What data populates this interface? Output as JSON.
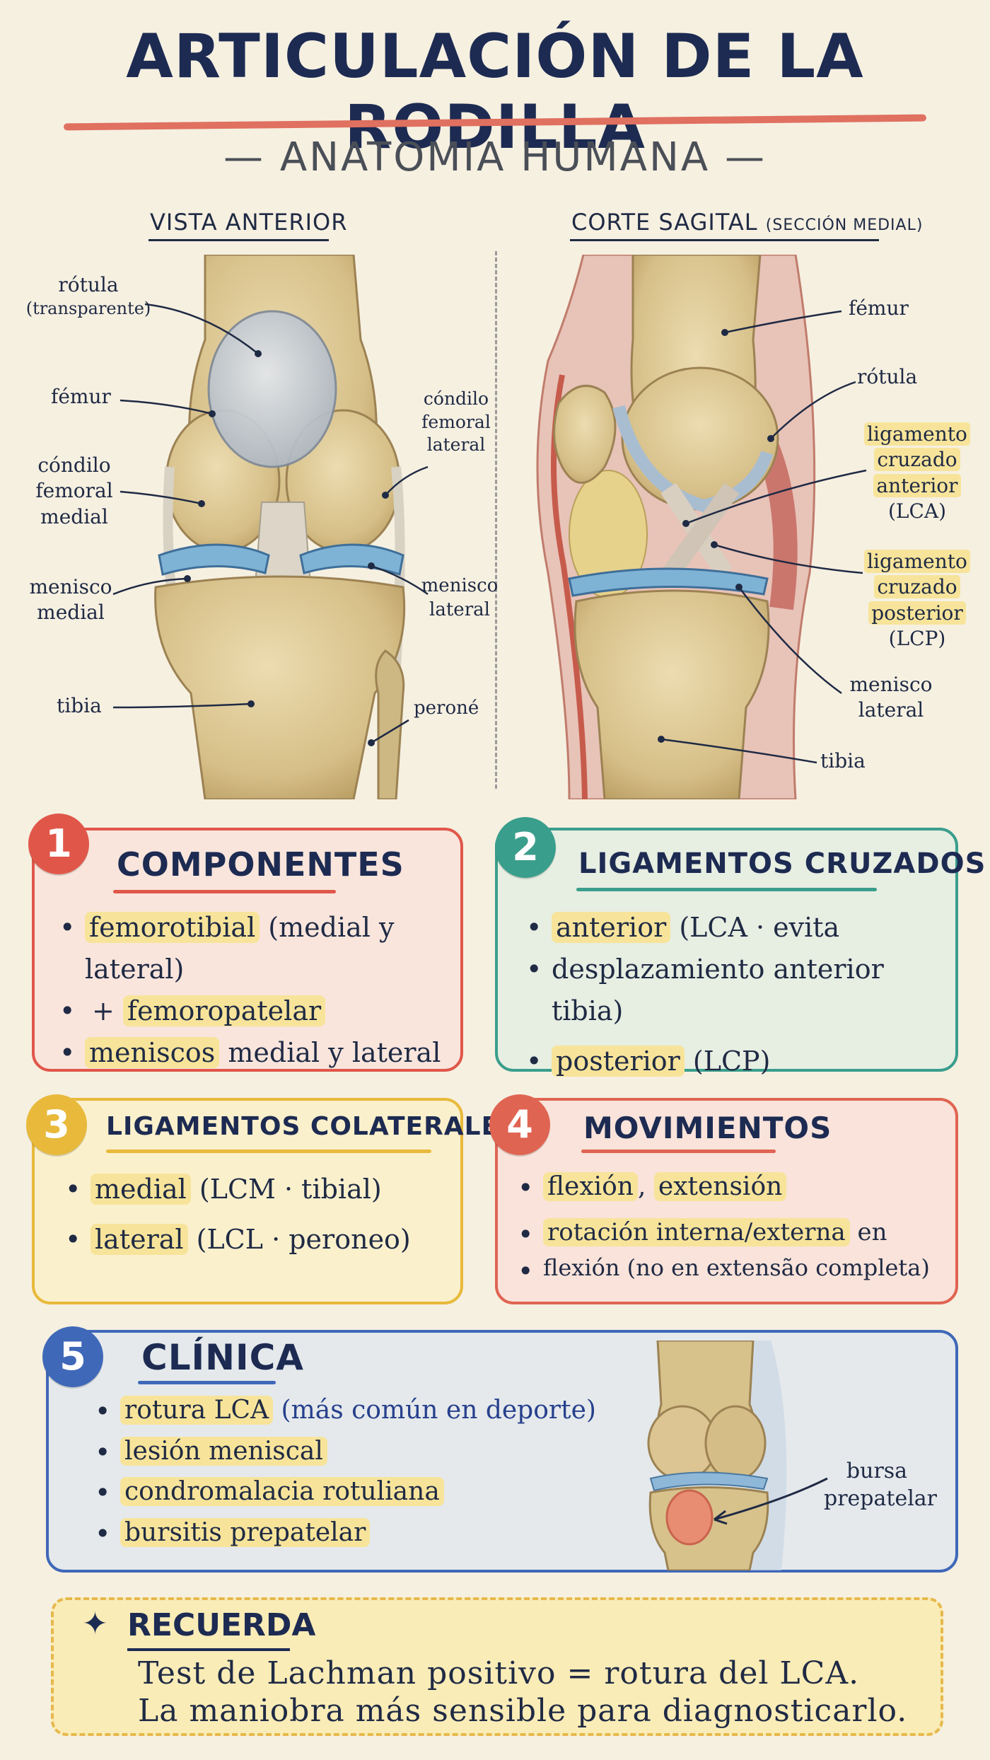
{
  "title": "ARTICULACIÓN DE LA RODILLA",
  "subtitle": "— ANATOMIA HUMANA —",
  "views": {
    "anterior": {
      "label": "VISTA ANTERIOR",
      "labels": {
        "rotula": "rótula",
        "rotula_note": "(transparente)",
        "femur": "fémur",
        "condilo_medial_1": "cóndilo",
        "condilo_medial_2": "femoral",
        "condilo_medial_3": "medial",
        "condilo_lateral_1": "cóndilo",
        "condilo_lateral_2": "femoral",
        "condilo_lateral_3": "lateral",
        "menisco_medial_1": "menisco",
        "menisco_medial_2": "medial",
        "menisco_lateral_1": "menisco",
        "menisco_lateral_2": "lateral",
        "tibia": "tibia",
        "perone": "peroné"
      }
    },
    "sagital": {
      "label": "CORTE SAGITAL",
      "label_note": "(SECCIÓN MEDIAL)",
      "labels": {
        "femur": "fémur",
        "rotula": "rótula",
        "lca_1": "ligamento",
        "lca_2": "cruzado",
        "lca_3": "anterior",
        "lca_4": "(LCA)",
        "lcp_1": "ligamento",
        "lcp_2": "cruzado",
        "lcp_3": "posterior",
        "lcp_4": "(LCP)",
        "menisco_1": "menisco",
        "menisco_2": "lateral",
        "tibia": "tibia"
      }
    }
  },
  "cards": {
    "c1": {
      "number": "1",
      "title": "COMPONENTES",
      "i1_hl": "femorotibial",
      "i1_rest": " (medial y lateral)",
      "i1b_plus": "+ ",
      "i1b_hl": "femoropatelar",
      "i2_hl": "meniscos",
      "i2_rest": " medial y lateral"
    },
    "c2": {
      "number": "2",
      "title": "LIGAMENTOS CRUZADOS",
      "i1_hl": "anterior",
      "i1_rest": " (LCA · evita",
      "i1b": "desplazamiento anterior tibia)",
      "i2_hl": "posterior",
      "i2_rest": " (LCP)"
    },
    "c3": {
      "number": "3",
      "title": "LIGAMENTOS COLATERALES",
      "i1_hl": "medial",
      "i1_rest": " (LCM · tibial)",
      "i2_hl": "lateral",
      "i2_rest": " (LCL · peroneo)"
    },
    "c4": {
      "number": "4",
      "title": "MOVIMIENTOS",
      "i1_hl1": "flexión",
      "i1_sep": ", ",
      "i1_hl2": "extensión",
      "i2_hl": "rotación interna/externa",
      "i2_rest": " en",
      "i2b": "flexión (no en extensão completa)"
    },
    "c5": {
      "number": "5",
      "title": "CLÍNICA",
      "i1_hl": "rotura LCA",
      "i1_rest": " (más común en deporte)",
      "i2_hl": "lesión meniscal",
      "i3_hl": "condromalacia rotuliana",
      "i4_hl": "bursitis prepatelar",
      "bursa_1": "bursa",
      "bursa_2": "prepatelar"
    }
  },
  "recuerda": {
    "title": "RECUERDA",
    "line1": "Test de Lachman positivo = rotura del LCA.",
    "line2": "La maniobra más sensible para diagnosticarlo."
  },
  "colors": {
    "red": "#e0574a",
    "teal": "#3a9e8c",
    "yellow": "#e8b93a",
    "coral": "#e06452",
    "blue": "#3f68b8"
  }
}
